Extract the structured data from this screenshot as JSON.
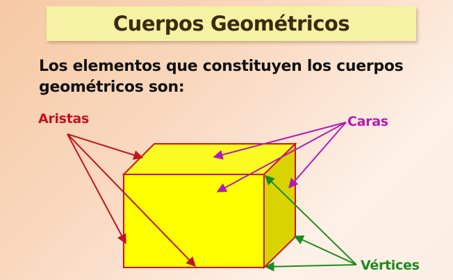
{
  "slide": {
    "title": "Cuerpos Geométricos",
    "subtitle": "Los elementos que constituyen  los cuerpos geométricos son:"
  },
  "labels": {
    "aristas": "Aristas",
    "caras": "Caras",
    "vertices": "Vértices"
  },
  "colors": {
    "aristas": "#c0141e",
    "caras": "#b31ab8",
    "vertices": "#1f8a1f",
    "prism_front": "#ffff00",
    "prism_top": "#fbfb22",
    "prism_side": "#d9d400",
    "title_box": "#f5f2a3"
  }
}
